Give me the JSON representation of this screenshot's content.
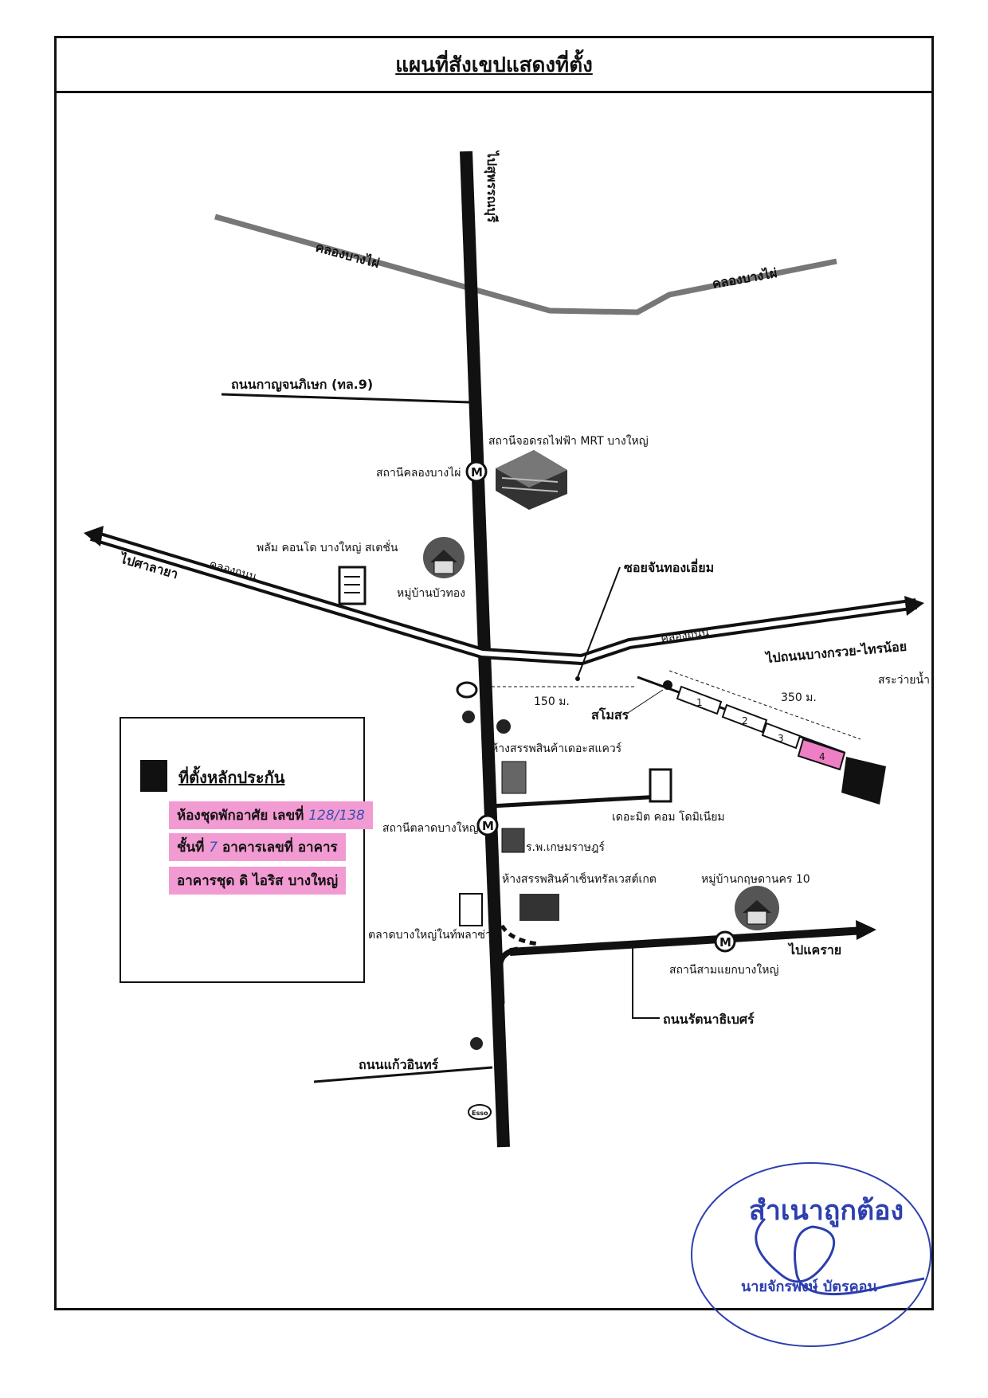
{
  "title": "แผนที่สังเขปแสดงที่ตั้ง",
  "labels": {
    "to_sphanburi": "ไปสุพรรณบุรี",
    "canal_bangphai_left": "คลองบางไผ่",
    "canal_bangphai_right": "คลองบางไผ่",
    "kanchanaphisek_road": "ถนนกาญจนภิเษก (ทล.9)",
    "mrt_bangyai_station": "สถานีจอดรถไฟฟ้า MRT บางใหญ่",
    "khlong_bangphai_station": "สถานีคลองบางไผ่",
    "plum_condo": "พลัม คอนโด บางใหญ่ สเตชั่น",
    "to_salaya": "ไปศาลายา",
    "canal_thanon_left": "คลองถนน",
    "canal_thanon_right": "คลองถนน",
    "ban_bua_thong": "หมู่บ้านบัวทอง",
    "soi_chan_thong_iam": "ซอยจันทองเอี่ยม",
    "to_bang_kruai": "ไปถนนบางกรวย-ไทรน้อย",
    "swimming_pool": "สระว่ายน้ำ",
    "dist_150": "150 ม.",
    "dist_350": "350 ม.",
    "clubhouse": "สโมสร",
    "the_square": "ห้างสรรพสินค้าเดอะสแควร์",
    "the_metro_condo": "เดอะมิต คอม โดมิเนียม",
    "talad_bangyai_station": "สถานีตลาดบางใหญ่",
    "kasemrad_hospital": "ร.พ.เกษมราษฎร์",
    "central_westgate": "ห้างสรรพสินค้าเซ็นทรัลเวสต์เกต",
    "ban_krisda_nakhon": "หมู่บ้านกฤษดานคร 10",
    "talad_bangyai_plaza": "ตลาดบางใหญ่ในท์พลาซ่า",
    "to_khae_rai": "ไปแคราย",
    "sam_yaek_station": "สถานีสามแยกบางใหญ่",
    "rattanathibet_road": "ถนนรัตนาธิเบศร์",
    "kaew_in_road": "ถนนแก้วอินทร์",
    "esso": "Esso",
    "mrt_symbol": "M",
    "building_nums": [
      "1",
      "2",
      "3",
      "4"
    ]
  },
  "legend": {
    "heading": "ที่ตั้งหลักประกัน",
    "line1_prefix": "ห้องชุดพักอาศัย เลขที่",
    "line1_value": "128/138",
    "line2_prefix": "ชั้นที่",
    "line2_value": "7",
    "line2_suffix": "อาคารเลขที่ อาคาร",
    "line3": "อาคารชุด ดิ ไอริส บางใหญ่"
  },
  "stamp": {
    "certified": "สำเนาถูกต้อง",
    "signer": "นายจักรพงษ์ บัตรคอน"
  },
  "colors": {
    "highlight": "#f29bd2",
    "target_building": "#ee7fc4",
    "stamp_ink": "#2d3fae",
    "canal": "#777777"
  }
}
